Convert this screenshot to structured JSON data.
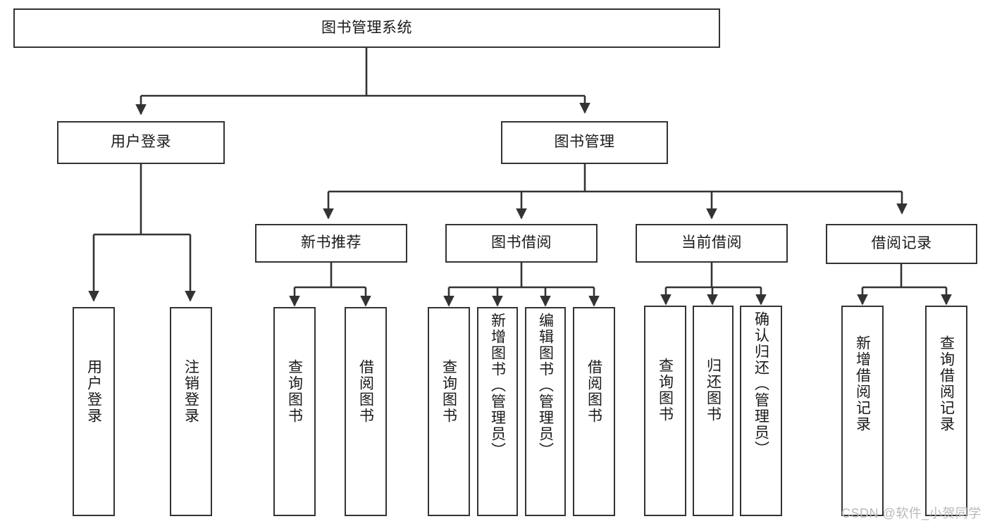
{
  "diagram": {
    "type": "tree",
    "title": "图书管理系统",
    "orientation": "top-down",
    "colors": {
      "box_border": "#333333",
      "box_fill": "#ffffff",
      "text": "#1a1a1a",
      "edge": "#333333",
      "background": "#ffffff",
      "watermark": "#b9b9b9"
    },
    "root": {
      "label": "图书管理系统"
    },
    "level2": [
      {
        "label": "用户登录"
      },
      {
        "label": "图书管理"
      }
    ],
    "level3": [
      {
        "label": "新书推荐"
      },
      {
        "label": "图书借阅"
      },
      {
        "label": "当前借阅"
      },
      {
        "label": "借阅记录"
      }
    ],
    "leaves": [
      {
        "label": "用户登录",
        "parent": "用户登录"
      },
      {
        "label": "注销登录",
        "parent": "用户登录"
      },
      {
        "label": "查询图书",
        "parent": "新书推荐"
      },
      {
        "label": "借阅图书",
        "parent": "新书推荐"
      },
      {
        "label": "查询图书",
        "parent": "图书借阅"
      },
      {
        "label": "新增图书（管理员）",
        "parent": "图书借阅"
      },
      {
        "label": "编辑图书（管理员）",
        "parent": "图书借阅"
      },
      {
        "label": "借阅图书",
        "parent": "图书借阅"
      },
      {
        "label": "查询图书",
        "parent": "当前借阅"
      },
      {
        "label": "归还图书",
        "parent": "当前借阅"
      },
      {
        "label": "确认归还（管理员）",
        "parent": "当前借阅"
      },
      {
        "label": "新增借阅记录",
        "parent": "借阅记录"
      },
      {
        "label": "查询借阅记录",
        "parent": "借阅记录"
      }
    ]
  },
  "watermark": {
    "text": "CSDN @软件_小贺同学"
  }
}
